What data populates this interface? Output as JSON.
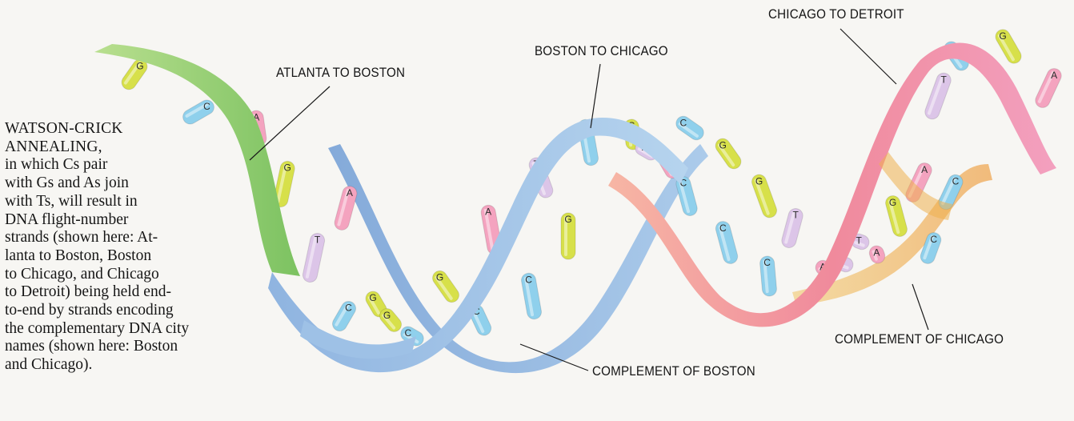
{
  "caption": {
    "heading": [
      "WATSON-CRICK",
      "ANNEALING,"
    ],
    "lines": [
      "in which Cs pair",
      "with Gs and As join",
      "with Ts, will result in",
      "DNA flight-number",
      "strands (shown here: At-",
      "lanta to Boston, Boston",
      "to Chicago, and Chicago",
      "to Detroit) being held end-",
      "to-end by strands encoding",
      "the complementary DNA city",
      "names (shown here: Boston",
      "and Chicago)."
    ]
  },
  "labels": {
    "atlanta_to_boston": "ATLANTA TO BOSTON",
    "boston_to_chicago": "BOSTON TO CHICAGO",
    "chicago_to_detroit": "CHICAGO TO DETROIT",
    "complement_of_boston": "COMPLEMENT OF BOSTON",
    "complement_of_chicago": "COMPLEMENT OF CHICAGO"
  },
  "bases": [
    "G",
    "C",
    "A",
    "G",
    "A",
    "T",
    "C",
    "G",
    "G",
    "C",
    "G",
    "A",
    "C",
    "T",
    "C",
    "G",
    "C",
    "G",
    "T",
    "A",
    "C",
    "C",
    "G",
    "G",
    "C",
    "C",
    "T",
    "A",
    "T",
    "T",
    "A",
    "G",
    "A",
    "C",
    "T",
    "C",
    "C",
    "G",
    "A"
  ],
  "colors": {
    "base_G": "#d7e04a",
    "base_C": "#8fd0ec",
    "base_A": "#f4a3bf",
    "base_T": "#dcc5e8",
    "strand_atlanta_boston": "#9fd27a",
    "strand_boston_chicago": "#9fc6e6",
    "strand_chicago_detroit": "#f28aa8",
    "strand_complement_boston": "#8fb0dc",
    "strand_complement_chicago": "#f2c77a"
  }
}
